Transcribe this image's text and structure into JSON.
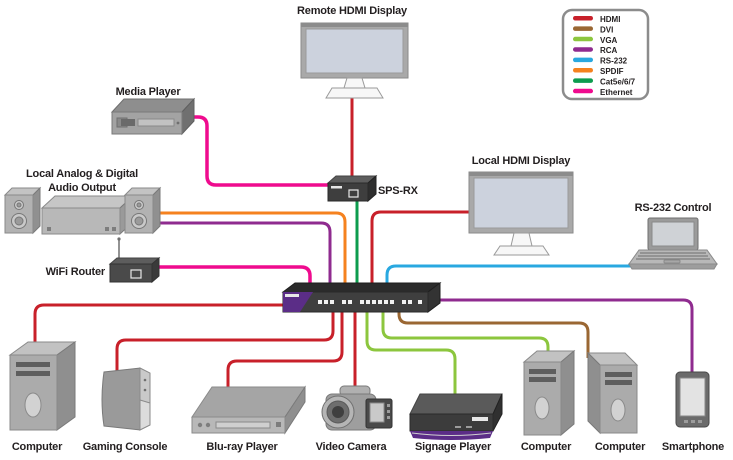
{
  "colors": {
    "hdmi": "#c8202a",
    "dvi": "#9a6733",
    "vga": "#8cc63e",
    "rca": "#8f2b8f",
    "rs232": "#29a8e0",
    "spdif": "#f5821f",
    "cat5": "#0d9c4e",
    "ethernet": "#ef0b8e",
    "brand_accent": "#5b2d87"
  },
  "legend": {
    "items": [
      {
        "label": "HDMI",
        "color": "#c8202a"
      },
      {
        "label": "DVI",
        "color": "#9a6733"
      },
      {
        "label": "VGA",
        "color": "#8cc63e"
      },
      {
        "label": "RCA",
        "color": "#8f2b8f"
      },
      {
        "label": "RS-232",
        "color": "#29a8e0"
      },
      {
        "label": "SPDIF",
        "color": "#f5821f"
      },
      {
        "label": "Cat5e/6/7",
        "color": "#0d9c4e"
      },
      {
        "label": "Ethernet",
        "color": "#ef0b8e"
      }
    ]
  },
  "nodes": {
    "remote_display": "Remote HDMI Display",
    "media_player": "Media Player",
    "audio_output_line1": "Local Analog & Digital",
    "audio_output_line2": "Audio Output",
    "wifi_router": "WiFi Router",
    "sps_rx": "SPS-RX",
    "local_display": "Local HDMI Display",
    "rs232_control": "RS-232 Control",
    "computer1": "Computer",
    "gaming_console": "Gaming Console",
    "bluray": "Blu-ray Player",
    "video_camera": "Video Camera",
    "signage_player": "Signage Player",
    "computer2": "Computer",
    "computer3": "Computer",
    "smartphone": "Smartphone"
  }
}
